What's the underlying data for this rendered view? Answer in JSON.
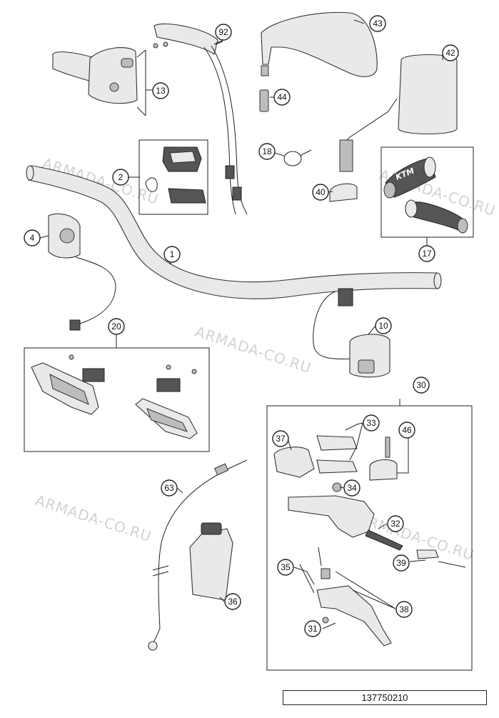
{
  "watermarks": [
    "ARMADA-CO.RU",
    "ARMADA-CO.RU",
    "ARMADA-CO.RU",
    "ARMADA-CO.RU",
    "ARMADA-CO.RU"
  ],
  "grip_logo": "KTM",
  "part_number": "137750210",
  "callouts": [
    "92",
    "43",
    "42",
    "13",
    "44",
    "18",
    "2",
    "40",
    "17",
    "4",
    "1",
    "10",
    "20",
    "30",
    "33",
    "46",
    "37",
    "34",
    "32",
    "63",
    "35",
    "39",
    "36",
    "38",
    "31"
  ]
}
